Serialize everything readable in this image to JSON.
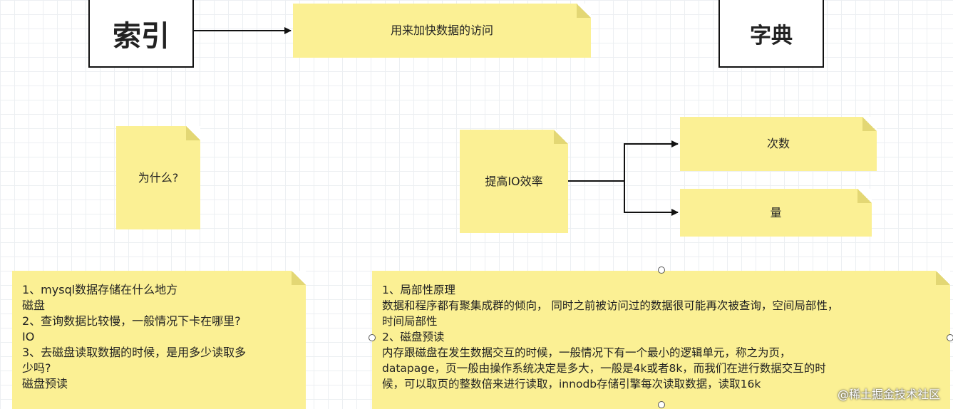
{
  "boxes": {
    "index": "索引",
    "dictionary": "字典"
  },
  "notes": {
    "speed_up": "用来加快数据的访问",
    "why": "为什么?",
    "improve_io": "提高IO效率",
    "count": "次数",
    "amount": "量"
  },
  "questions": [
    "1、mysql数据存储在什么地方",
    "磁盘",
    "2、查询数据比较慢，一般情况下卡在哪里?",
    "IO",
    "3、去磁盘读取数据的时候，是用多少读取多",
    "少吗?",
    "磁盘预读"
  ],
  "principles": [
    "1、局部性原理",
    "数据和程序都有聚集成群的倾向， 同时之前被访问过的数据很可能再次被查询，空间局部性，",
    "时间局部性",
    "2、磁盘预读",
    "内存跟磁盘在发生数据交互的时候，一般情况下有一个最小的逻辑单元，称之为页，",
    "datapage，页一般由操作系统决定是多大，一般是4k或者8k，而我们在进行数据交互的时",
    "候，可以取页的整数倍来进行读取，innodb存储引擎每次读取数据，读取16k"
  ],
  "watermark": "@稀土掘金技术社区",
  "colors": {
    "note_fill": "#fbf094",
    "box_border": "#111111",
    "arrow": "#111111"
  }
}
